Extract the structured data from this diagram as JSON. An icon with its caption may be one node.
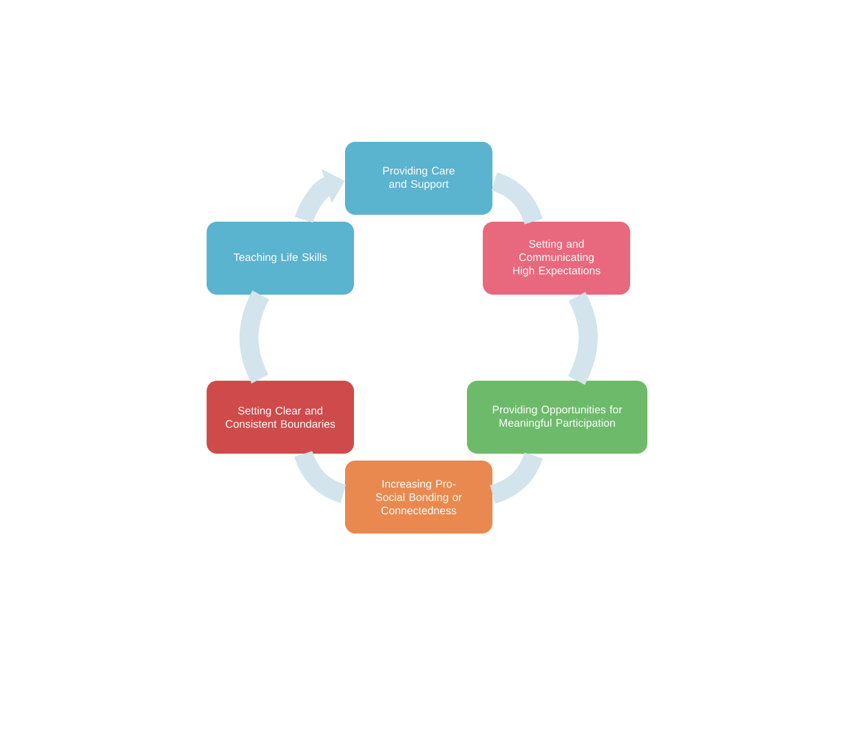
{
  "diagram": {
    "nodes": [
      {
        "text": [
          "Providing Care and Support"
        ]
      },
      {
        "text": [
          "Teaching Life Skills"
        ]
      },
      {
        "text": [
          "Setting and Communicating High Expectations"
        ]
      },
      {
        "text": [
          "Setting Clear and Consistent Boundaries"
        ]
      },
      {
        "text": [
          "Providing Opportunities for Meaningful Participation"
        ]
      },
      {
        "text": [
          "Increasing Pro-Social Bonding or Connectedness"
        ]
      }
    ],
    "edges": [
      {
        "from": 0,
        "to": 2,
        "arrow": "none"
      },
      {
        "from": 2,
        "to": 4,
        "arrow": "none"
      },
      {
        "from": 4,
        "to": 5,
        "arrow": "none"
      },
      {
        "from": 5,
        "to": 3,
        "arrow": "none"
      },
      {
        "from": 3,
        "to": 1,
        "arrow": "none"
      },
      {
        "from": 1,
        "to": 0,
        "arrow": "to"
      }
    ]
  }
}
